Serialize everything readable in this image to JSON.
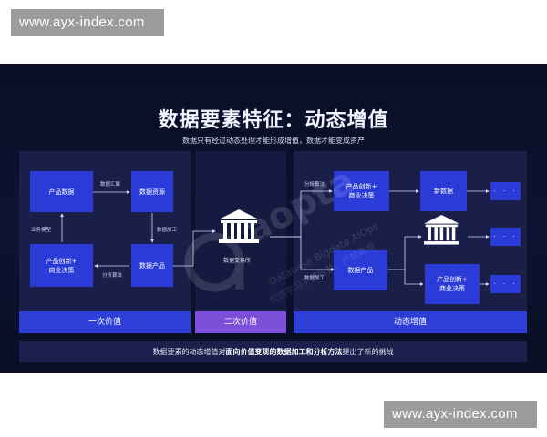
{
  "watermark": "www.ayx-index.com",
  "title": "数据要素特征：动态增值",
  "subtitle": "数据只有经过动态处理才能形成增值，数据才能变成资产",
  "left_nodes": {
    "product_data": "产品数据",
    "data_resource": "数据资源",
    "innovation": "产品创新+\n商业决策",
    "data_product": "数据产品"
  },
  "left_labels": {
    "summary": "数据汇聚",
    "biz_model": "业务模型",
    "processing": "数据加工",
    "analysis": "分析算法"
  },
  "middle": {
    "exchange": "数据交易所"
  },
  "right_nodes": {
    "innovation_top": "产品创新+\n商业决策",
    "new_data": "新数据",
    "dots1": "· · ·",
    "dots2": "· · ·",
    "data_product": "数据产品",
    "innovation_bottom": "产品创新+\n商业决策",
    "dots3": "· · ·"
  },
  "right_labels": {
    "analysis": "分析算法",
    "processing": "数据加工"
  },
  "bars": {
    "first": "一次价值",
    "second": "二次价值",
    "dynamic": "动态增值"
  },
  "footer": {
    "prefix": "数据要素的动态增值对",
    "bold": "面向价值变现的数据加工和分析方法",
    "suffix": "提出了新的挑战"
  },
  "overlay": {
    "logo": "aopta",
    "line1": "Database Bigdata AIOps",
    "line2": "仅供学习不得转载，严禁商用"
  },
  "colors": {
    "node": "#2a3bd8",
    "accent": "#7c4fd9",
    "background": "#0c1231"
  }
}
